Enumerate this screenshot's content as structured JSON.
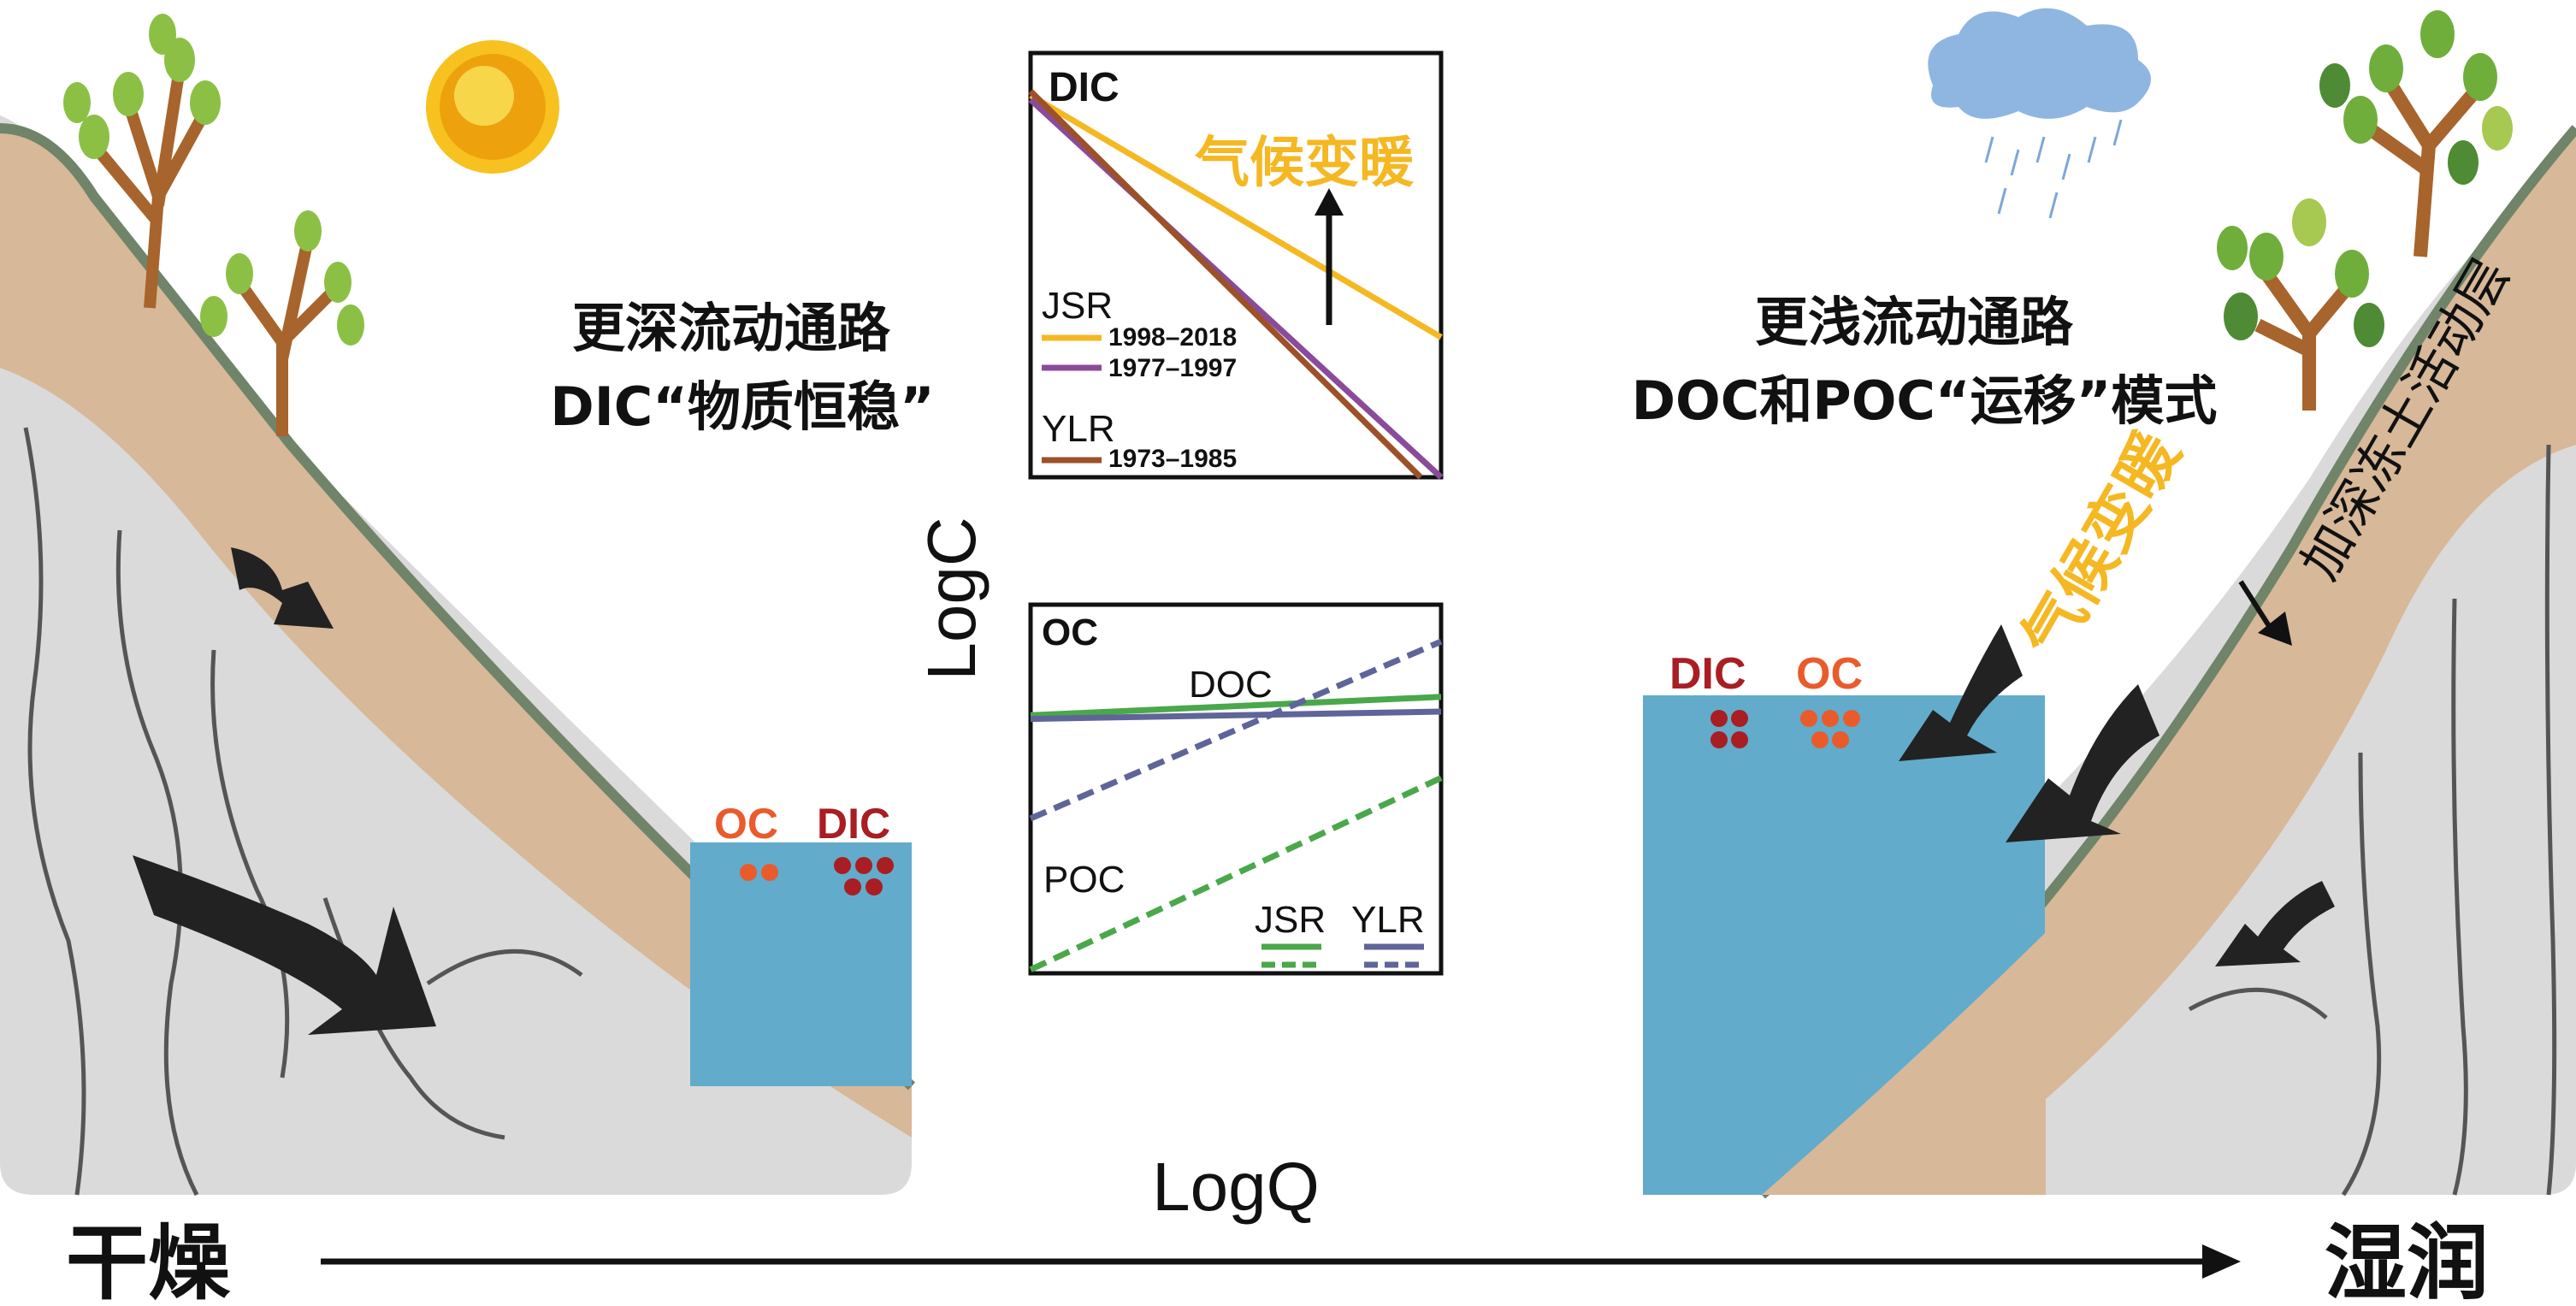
{
  "left_panel": {
    "line1": "更深流动通路",
    "line2": "DIC“物质恒稳”",
    "water_labels": {
      "oc": "OC",
      "dic": "DIC"
    }
  },
  "right_panel": {
    "line1": "更浅流动通路",
    "line2": "DOC和POC“运移”模式",
    "water_labels": {
      "dic": "DIC",
      "oc": "OC"
    },
    "warming_label": "气候变暖",
    "active_layer_label": "加深冻土活动层"
  },
  "bottom_axis": {
    "left": "干燥",
    "right": "湿润"
  },
  "colors": {
    "yellow": "#f5b823",
    "purple": "#8a4b9b",
    "brown": "#9c5128",
    "green": "#4aa84a",
    "slate": "#5f6599",
    "dic_red": "#a91e23",
    "oc_orange": "#ea5b2c",
    "water": "#62abcb",
    "soil": "#d7b899",
    "rock": "#dadada",
    "grass": "#6f8468"
  },
  "chart_data": [
    {
      "type": "line",
      "title": "DIC",
      "xlabel": "LogQ",
      "ylabel": "LogC",
      "xlim": [
        0,
        1
      ],
      "ylim": [
        0,
        1
      ],
      "annotation": "气候变暖",
      "legend_groups": [
        {
          "site": "JSR",
          "entries": [
            "1998–2018",
            "1977–1997"
          ]
        },
        {
          "site": "YLR",
          "entries": [
            "1973–1985"
          ]
        }
      ],
      "series": [
        {
          "name": "JSR 1998–2018",
          "color": "#f5b823",
          "dashed": false,
          "x": [
            0,
            1
          ],
          "y": [
            0.9,
            0.33
          ]
        },
        {
          "name": "JSR 1977–1997",
          "color": "#8a4b9b",
          "dashed": false,
          "x": [
            0,
            1
          ],
          "y": [
            0.89,
            0.0
          ]
        },
        {
          "name": "YLR 1973–1985",
          "color": "#9c5128",
          "dashed": false,
          "x": [
            0,
            0.95
          ],
          "y": [
            0.91,
            0.0
          ]
        }
      ]
    },
    {
      "type": "line",
      "title": "OC",
      "xlabel": "LogQ",
      "ylabel": "LogC",
      "xlim": [
        0,
        1
      ],
      "ylim": [
        0,
        1
      ],
      "labels": {
        "doc": "DOC",
        "poc": "POC"
      },
      "legend": [
        "JSR",
        "YLR"
      ],
      "series": [
        {
          "name": "JSR DOC",
          "color": "#4aa84a",
          "dashed": false,
          "x": [
            0,
            1
          ],
          "y": [
            0.7,
            0.75
          ]
        },
        {
          "name": "YLR DOC",
          "color": "#5f6599",
          "dashed": false,
          "x": [
            0,
            1
          ],
          "y": [
            0.69,
            0.71
          ]
        },
        {
          "name": "YLR POC",
          "color": "#5f6599",
          "dashed": true,
          "x": [
            0,
            1
          ],
          "y": [
            0.42,
            0.9
          ]
        },
        {
          "name": "JSR POC",
          "color": "#4aa84a",
          "dashed": true,
          "x": [
            0,
            1
          ],
          "y": [
            0.01,
            0.53
          ]
        }
      ]
    }
  ]
}
